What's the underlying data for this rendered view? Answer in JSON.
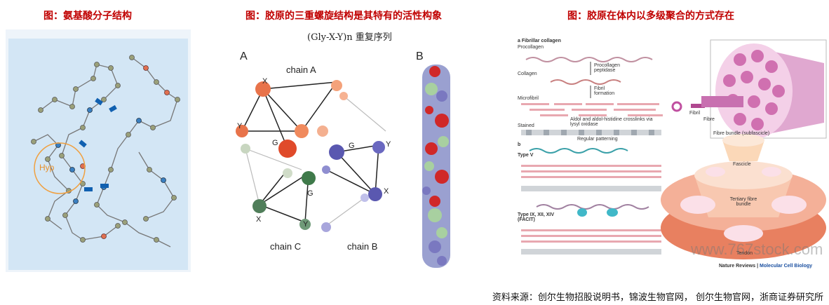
{
  "panels": [
    {
      "title": "图：氨基酸分子结构",
      "labels": {
        "hyp": "Hyp"
      }
    },
    {
      "title": "图：胶原的三重螺旋结构是其特有的活性构象",
      "subtitle": "(Gly-X-Y)n 重复序列",
      "labels": {
        "a": "A",
        "b": "B",
        "chain_a": "chain A",
        "chain_b": "chain B",
        "chain_c": "chain C",
        "x": "X",
        "y": "Y",
        "g": "G"
      }
    },
    {
      "title": "图：胶原在体内以多级聚合的方式存在",
      "labels": {
        "a": "a  Fibrillar collagen",
        "procollagen": "Procollagen",
        "procollagen_peptidase": "Procollagen peptidase",
        "collagen": "Collagen",
        "fibril_formation": "Fibril formation",
        "microfibril": "Microfibril",
        "crosslinks": "Aldol and aldol-histidine crosslinks via lysyl oxidase",
        "stained": "Stained",
        "regular_patterning": "Regular patterning",
        "fibril": "Fibril",
        "fibre": "Fibre",
        "fibre_bundle": "Fibre bundle (subfascicle)",
        "b": "b",
        "type_v": "Type V",
        "type_facit": "Type IX, XII, XIV (FACIT)",
        "fascicle": "Fascicle",
        "tertiary": "Tertiary fibre bundle",
        "tendon": "Tendon",
        "watermark": "www.767stock.com",
        "credit_a": "Nature Reviews",
        "credit_b": "Molecular Cell Biology"
      }
    }
  ],
  "source": "资料来源：创尔生物招股说明书，锦波生物官网， 创尔生物官网，浙商证券研究所"
}
